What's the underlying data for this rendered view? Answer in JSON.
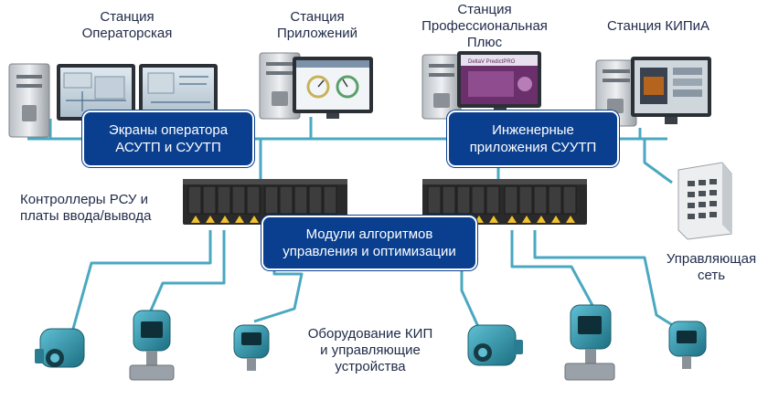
{
  "stations": {
    "operator": [
      "Станция",
      "Операторская"
    ],
    "applications": [
      "Станция",
      "Приложений"
    ],
    "professional": [
      "Станция",
      "Профессиональная",
      "Плюс"
    ],
    "kipia": [
      "Станция КИПиА"
    ]
  },
  "boxes": {
    "operator_screens": [
      "Экраны оператора",
      "АСУТП и СУУТП"
    ],
    "engineering_apps": [
      "Инженерные",
      "приложения СУУТП"
    ],
    "control_modules": [
      "Модули алгоритмов",
      "управления и оптимизации"
    ]
  },
  "labels": {
    "controllers": [
      "Контроллеры РСУ и",
      "платы ввода/вывода"
    ],
    "control_network": [
      "Управляющая",
      "сеть"
    ],
    "field_devices": [
      "Оборудование КИП",
      "и управляющие",
      "устройства"
    ]
  },
  "screen_texts": {
    "deltav_banner": "DeltaV PredictPRO"
  },
  "colors": {
    "network": "#4aa8c0",
    "box": "#0a3f8f",
    "device": "#2e8fa3",
    "controller": "#2a2a2a",
    "warning": "#f2c12e"
  }
}
